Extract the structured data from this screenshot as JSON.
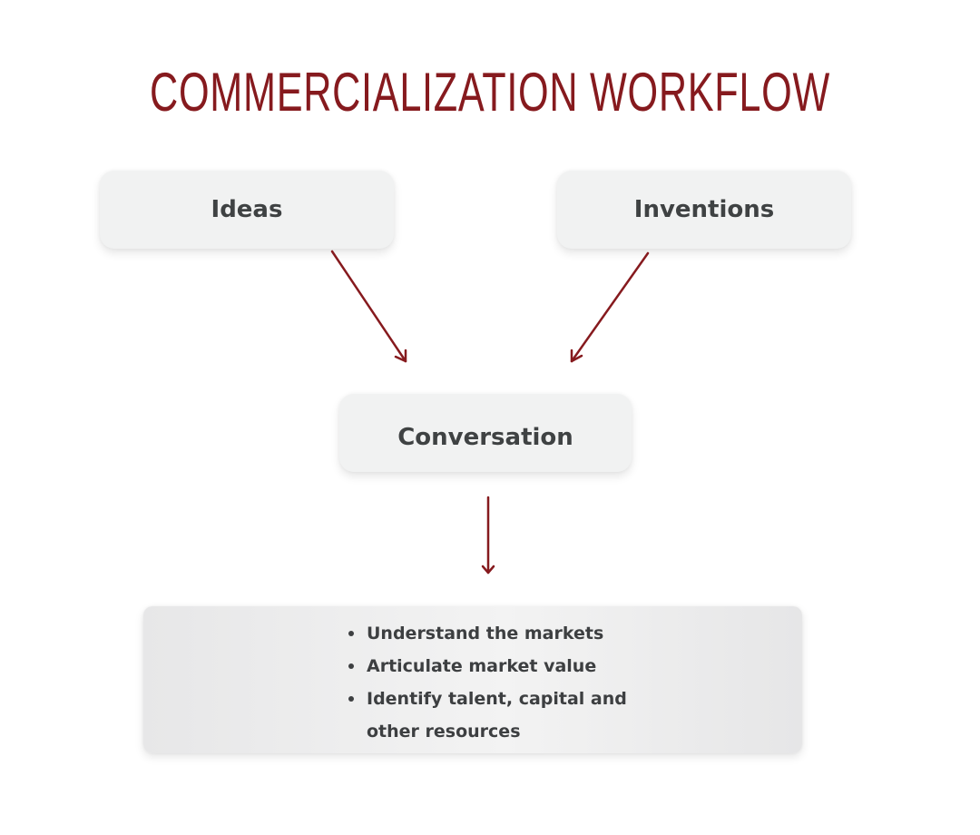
{
  "title": "COMMERCIALIZATION WORKFLOW",
  "nodes": {
    "ideas": "Ideas",
    "inventions": "Inventions",
    "conversation": "Conversation"
  },
  "outcomes": [
    "Understand the markets",
    "Articulate market value",
    "Identify talent, capital and other resources"
  ],
  "colors": {
    "accent": "#861a1e",
    "node_fill": "#f1f2f2",
    "text": "#3f4243"
  }
}
